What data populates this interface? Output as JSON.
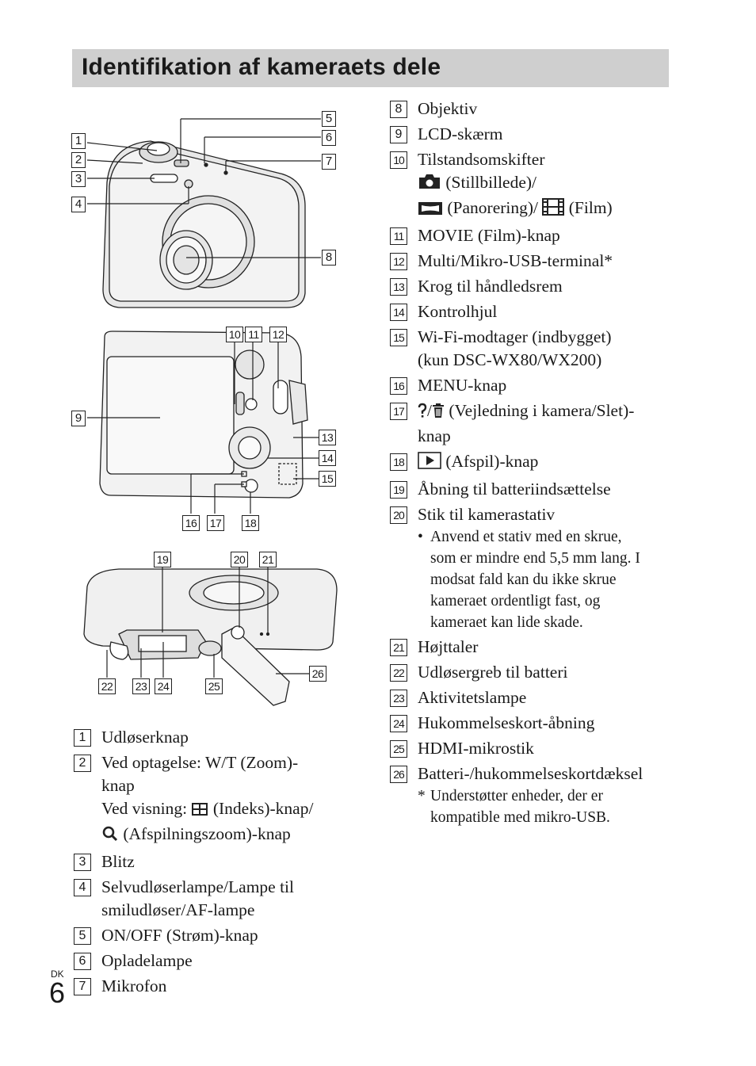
{
  "title": "Identifikation af kameraets dele",
  "callouts": [
    "1",
    "2",
    "3",
    "4",
    "5",
    "6",
    "7",
    "8",
    "9",
    "10",
    "11",
    "12",
    "13",
    "14",
    "15",
    "16",
    "17",
    "18",
    "19",
    "20",
    "21",
    "22",
    "23",
    "24",
    "25",
    "26"
  ],
  "left_items": [
    {
      "num": "1",
      "lines": [
        "Udløserknap"
      ]
    },
    {
      "num": "2",
      "lines": [
        "Ved optagelse: W/T (Zoom)-",
        "knap"
      ]
    },
    {
      "num": "3",
      "text": "Blitz"
    },
    {
      "num": "4",
      "lines": [
        "Selvudløserlampe/Lampe til",
        "smiludløser/AF-lampe"
      ]
    },
    {
      "num": "5",
      "text": "ON/OFF (Strøm)-knap"
    },
    {
      "num": "6",
      "text": "Opladelampe"
    },
    {
      "num": "7",
      "text": "Mikrofon"
    }
  ],
  "item2_view": {
    "prefix": "Ved visning:",
    "index": "(Indeks)-knap/",
    "zoom": "(Afspilningszoom)-knap"
  },
  "right_items": [
    {
      "num": "8",
      "text": "Objektiv"
    },
    {
      "num": "9",
      "text": "LCD-skærm"
    },
    {
      "num": "10",
      "text": "Tilstandsomskifter",
      "still": "(Stillbillede)/",
      "pano": "(Panorering)/",
      "film": "(Film)"
    },
    {
      "num": "11",
      "text": "MOVIE (Film)-knap"
    },
    {
      "num": "12",
      "text": "Multi/Mikro-USB-terminal*"
    },
    {
      "num": "13",
      "text": "Krog til håndledsrem"
    },
    {
      "num": "14",
      "text": "Kontrolhjul"
    },
    {
      "num": "15",
      "lines": [
        "Wi-Fi-modtager (indbygget)",
        "(kun DSC-WX80/WX200)"
      ]
    },
    {
      "num": "16",
      "text": "MENU-knap"
    },
    {
      "num": "17",
      "lines": [
        "(Vejledning i kamera/Slet)-",
        "knap"
      ]
    },
    {
      "num": "18",
      "text": "(Afspil)-knap"
    },
    {
      "num": "19",
      "text": "Åbning til batteriindsættelse"
    },
    {
      "num": "20",
      "text": "Stik til kamerastativ"
    },
    {
      "num": "21",
      "text": "Højttaler"
    },
    {
      "num": "22",
      "text": "Udløsergreb til batteri"
    },
    {
      "num": "23",
      "text": "Aktivitetslampe"
    },
    {
      "num": "24",
      "text": "Hukommelseskort-åbning"
    },
    {
      "num": "25",
      "text": "HDMI-mikrostik"
    },
    {
      "num": "26",
      "text": "Batteri-/hukommelseskortdæksel"
    }
  ],
  "tripod_note": {
    "bullet": "•",
    "lines": [
      "Anvend et stativ med en skrue,",
      "som er mindre end 5,5 mm lang. I",
      "modsat fald kan du ikke skrue",
      "kameraet ordentligt fast, og",
      "kameraet kan lide skade."
    ]
  },
  "footnote": {
    "mark": "*",
    "lines": [
      "Understøtter enheder, der er",
      "kompatible med mikro-USB."
    ]
  },
  "page": {
    "lang": "DK",
    "number": "6"
  },
  "icons": [
    "camera-still-icon",
    "panorama-icon",
    "film-icon",
    "index-grid-icon",
    "magnifier-icon",
    "question-mark-icon",
    "trash-icon",
    "play-icon"
  ]
}
